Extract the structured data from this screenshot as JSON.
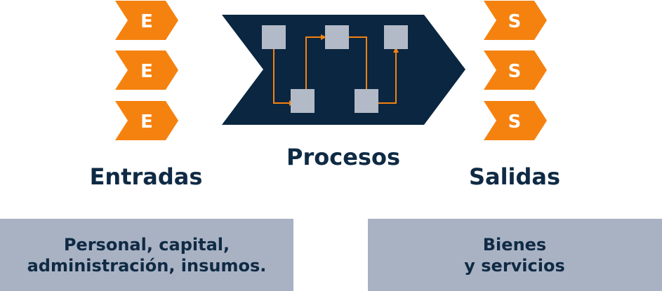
{
  "colors": {
    "orange": "#f5820f",
    "navy": "#0a2640",
    "node": "#b3bac7",
    "box": "#a9b2c3",
    "text": "#0f2a44",
    "white": "#ffffff"
  },
  "inputs": {
    "markers": [
      "E",
      "E",
      "E"
    ],
    "label": "Entradas",
    "description": [
      "Personal, capital,",
      "administración, insumos."
    ]
  },
  "process": {
    "label": "Procesos"
  },
  "outputs": {
    "markers": [
      "S",
      "S",
      "S"
    ],
    "label": "Salidas",
    "description": [
      "Bienes",
      "y servicios"
    ]
  }
}
